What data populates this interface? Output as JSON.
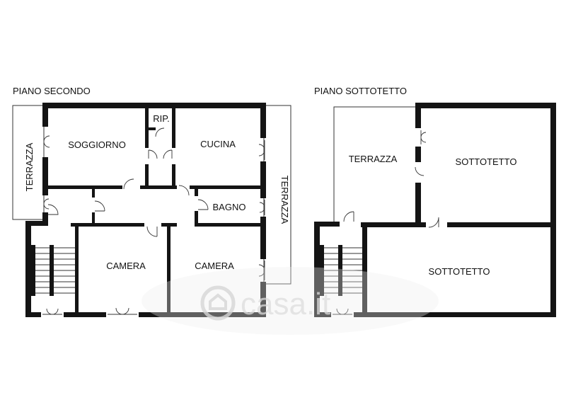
{
  "floors": [
    {
      "title": "PIANO SECONDO",
      "rooms": {
        "terrazza_left": "TERRAZZA",
        "soggiorno": "SOGGIORNO",
        "rip": "RIP.",
        "cucina": "CUCINA",
        "bagno": "BAGNO",
        "terrazza_right": "TERRAZZA",
        "camera_left": "CAMERA",
        "camera_right": "CAMERA"
      }
    },
    {
      "title": "PIANO SOTTOTETTO",
      "rooms": {
        "terrazza": "TERRAZZA",
        "sottotetto_top": "SOTTOTETTO",
        "sottotetto_bottom": "SOTTOTETTO"
      }
    }
  ],
  "watermark": {
    "text": "casa.it"
  },
  "colors": {
    "wall": "#141414",
    "background": "#ffffff",
    "watermark": "#dcdcdc"
  }
}
